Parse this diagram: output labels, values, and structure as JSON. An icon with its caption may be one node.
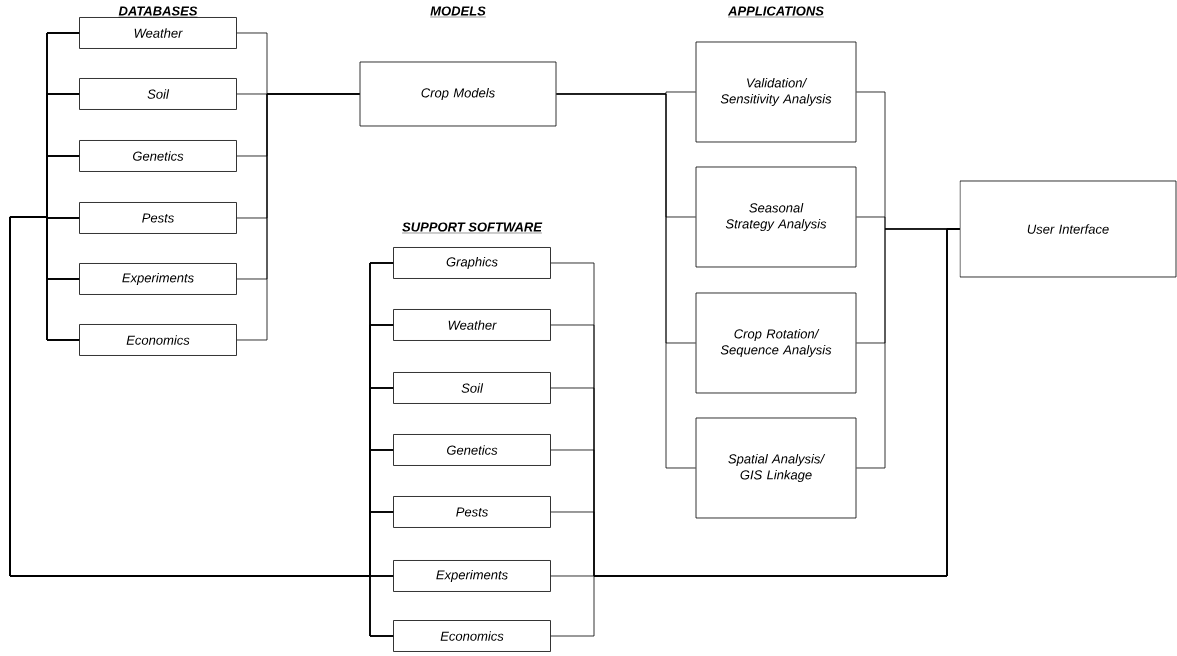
{
  "diagram": {
    "nodes": [
      {
        "text": [
          "Weather"
        ]
      },
      {
        "text": [
          "Soil"
        ]
      },
      {
        "text": [
          "Genetics"
        ]
      },
      {
        "text": [
          "Pests"
        ]
      },
      {
        "text": [
          "Experiments"
        ]
      },
      {
        "text": [
          "Economics"
        ]
      },
      {
        "text": [
          "Crop Models"
        ]
      },
      {
        "text": [
          "Validation/ Sensitivity Analysis"
        ]
      },
      {
        "text": [
          "Seasonal Strategy Analysis"
        ]
      },
      {
        "text": [
          "Crop Rotation/ Sequence Analysis"
        ]
      },
      {
        "text": [
          "Spatial Analysis/ GIS Linkage"
        ]
      },
      {
        "text": [
          "User Interface"
        ]
      },
      {
        "text": [
          "Graphics"
        ]
      },
      {
        "text": [
          "Weather"
        ]
      },
      {
        "text": [
          "Soil"
        ]
      },
      {
        "text": [
          "Genetics"
        ]
      },
      {
        "text": [
          "Pests"
        ]
      },
      {
        "text": [
          "Experiments"
        ]
      },
      {
        "text": [
          "Economics"
        ]
      }
    ],
    "edges": [
      {
        "from": 0,
        "to": 6,
        "arrow": "none"
      },
      {
        "from": 1,
        "to": 6,
        "arrow": "none"
      },
      {
        "from": 2,
        "to": 6,
        "arrow": "none"
      },
      {
        "from": 3,
        "to": 6,
        "arrow": "none"
      },
      {
        "from": 4,
        "to": 6,
        "arrow": "none"
      },
      {
        "from": 5,
        "to": 6,
        "arrow": "none"
      },
      {
        "from": 6,
        "to": 7,
        "arrow": "none"
      },
      {
        "from": 6,
        "to": 8,
        "arrow": "none"
      },
      {
        "from": 6,
        "to": 9,
        "arrow": "none"
      },
      {
        "from": 6,
        "to": 10,
        "arrow": "none"
      },
      {
        "from": 7,
        "to": 11,
        "arrow": "none"
      },
      {
        "from": 8,
        "to": 11,
        "arrow": "none"
      },
      {
        "from": 9,
        "to": 11,
        "arrow": "none"
      },
      {
        "from": 10,
        "to": 11,
        "arrow": "none"
      },
      {
        "from": 0,
        "to": 12,
        "arrow": "none"
      },
      {
        "from": 0,
        "to": 13,
        "arrow": "none"
      },
      {
        "from": 0,
        "to": 14,
        "arrow": "none"
      },
      {
        "from": 0,
        "to": 15,
        "arrow": "none"
      },
      {
        "from": 0,
        "to": 16,
        "arrow": "none"
      },
      {
        "from": 0,
        "to": 17,
        "arrow": "none"
      },
      {
        "from": 0,
        "to": 18,
        "arrow": "none"
      },
      {
        "from": 1,
        "to": 12,
        "arrow": "none"
      },
      {
        "from": 1,
        "to": 13,
        "arrow": "none"
      },
      {
        "from": 1,
        "to": 14,
        "arrow": "none"
      },
      {
        "from": 1,
        "to": 15,
        "arrow": "none"
      },
      {
        "from": 1,
        "to": 16,
        "arrow": "none"
      },
      {
        "from": 1,
        "to": 17,
        "arrow": "none"
      },
      {
        "from": 1,
        "to": 18,
        "arrow": "none"
      },
      {
        "from": 2,
        "to": 12,
        "arrow": "none"
      },
      {
        "from": 2,
        "to": 13,
        "arrow": "none"
      },
      {
        "from": 2,
        "to": 14,
        "arrow": "none"
      },
      {
        "from": 2,
        "to": 15,
        "arrow": "none"
      },
      {
        "from": 2,
        "to": 16,
        "arrow": "none"
      },
      {
        "from": 2,
        "to": 17,
        "arrow": "none"
      },
      {
        "from": 2,
        "to": 18,
        "arrow": "none"
      },
      {
        "from": 3,
        "to": 12,
        "arrow": "none"
      },
      {
        "from": 3,
        "to": 13,
        "arrow": "none"
      },
      {
        "from": 3,
        "to": 14,
        "arrow": "none"
      },
      {
        "from": 3,
        "to": 15,
        "arrow": "none"
      },
      {
        "from": 3,
        "to": 16,
        "arrow": "none"
      },
      {
        "from": 3,
        "to": 17,
        "arrow": "none"
      },
      {
        "from": 3,
        "to": 18,
        "arrow": "none"
      },
      {
        "from": 4,
        "to": 12,
        "arrow": "none"
      },
      {
        "from": 4,
        "to": 13,
        "arrow": "none"
      },
      {
        "from": 4,
        "to": 14,
        "arrow": "none"
      },
      {
        "from": 4,
        "to": 15,
        "arrow": "none"
      },
      {
        "from": 4,
        "to": 16,
        "arrow": "none"
      },
      {
        "from": 4,
        "to": 17,
        "arrow": "none"
      },
      {
        "from": 4,
        "to": 18,
        "arrow": "none"
      },
      {
        "from": 5,
        "to": 12,
        "arrow": "none"
      },
      {
        "from": 5,
        "to": 13,
        "arrow": "none"
      },
      {
        "from": 5,
        "to": 14,
        "arrow": "none"
      },
      {
        "from": 5,
        "to": 15,
        "arrow": "none"
      },
      {
        "from": 5,
        "to": 16,
        "arrow": "none"
      },
      {
        "from": 5,
        "to": 17,
        "arrow": "none"
      },
      {
        "from": 5,
        "to": 18,
        "arrow": "none"
      },
      {
        "from": 12,
        "to": 11,
        "arrow": "none"
      },
      {
        "from": 13,
        "to": 11,
        "arrow": "none"
      },
      {
        "from": 14,
        "to": 11,
        "arrow": "none"
      },
      {
        "from": 15,
        "to": 11,
        "arrow": "none"
      },
      {
        "from": 16,
        "to": 11,
        "arrow": "none"
      },
      {
        "from": 17,
        "to": 11,
        "arrow": "none"
      },
      {
        "from": 18,
        "to": 11,
        "arrow": "none"
      }
    ],
    "labels": [
      "DATABASES",
      "MODELS",
      "APPLICATIONS",
      "SUPPORT SOFTWARE"
    ]
  }
}
